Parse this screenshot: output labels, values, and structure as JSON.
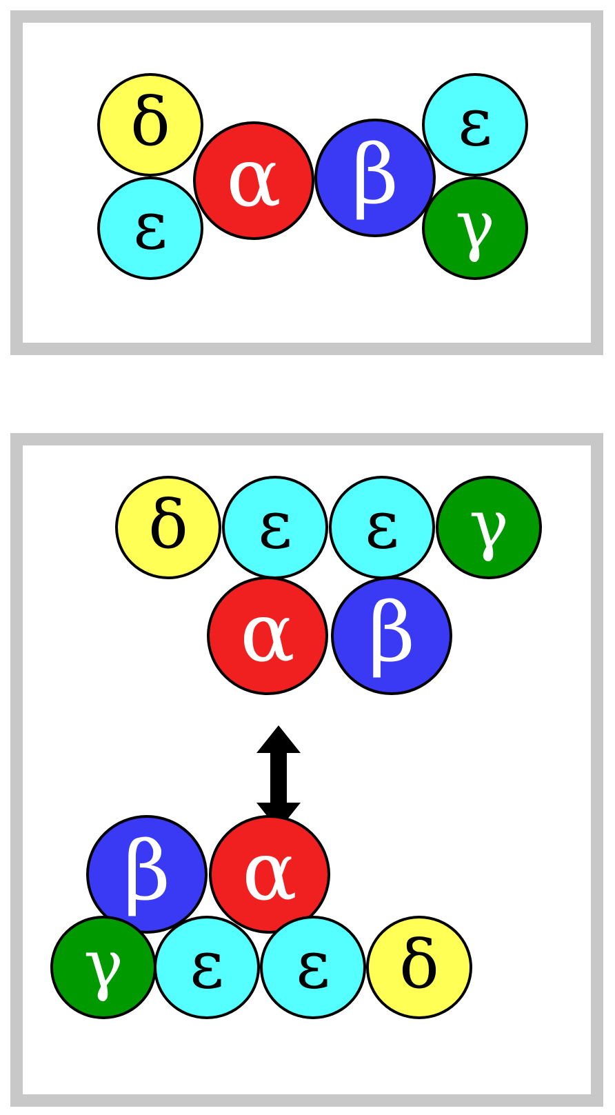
{
  "colors": {
    "alpha": "#f02020",
    "beta": "#3a3af5",
    "gamma": "#009a00",
    "delta": "#ffff55",
    "epsilon": "#55ffff",
    "panel_border": "#c8c8c8",
    "outline": "#000000"
  },
  "top_panel": {
    "subunits": [
      {
        "letter": "δ",
        "kind": "delta"
      },
      {
        "letter": "ε",
        "kind": "epsilon"
      },
      {
        "letter": "α",
        "kind": "alpha"
      },
      {
        "letter": "β",
        "kind": "beta"
      },
      {
        "letter": "ε",
        "kind": "epsilon"
      },
      {
        "letter": "γ",
        "kind": "gamma"
      }
    ]
  },
  "bottom_panel": {
    "upper_complex": [
      {
        "letter": "δ",
        "kind": "delta"
      },
      {
        "letter": "ε",
        "kind": "epsilon"
      },
      {
        "letter": "ε",
        "kind": "epsilon"
      },
      {
        "letter": "γ",
        "kind": "gamma"
      },
      {
        "letter": "α",
        "kind": "alpha"
      },
      {
        "letter": "β",
        "kind": "beta"
      }
    ],
    "arrow_icon": "double-headed-vertical-arrow",
    "lower_complex": [
      {
        "letter": "β",
        "kind": "beta"
      },
      {
        "letter": "α",
        "kind": "alpha"
      },
      {
        "letter": "γ",
        "kind": "gamma"
      },
      {
        "letter": "ε",
        "kind": "epsilon"
      },
      {
        "letter": "ε",
        "kind": "epsilon"
      },
      {
        "letter": "δ",
        "kind": "delta"
      }
    ]
  }
}
